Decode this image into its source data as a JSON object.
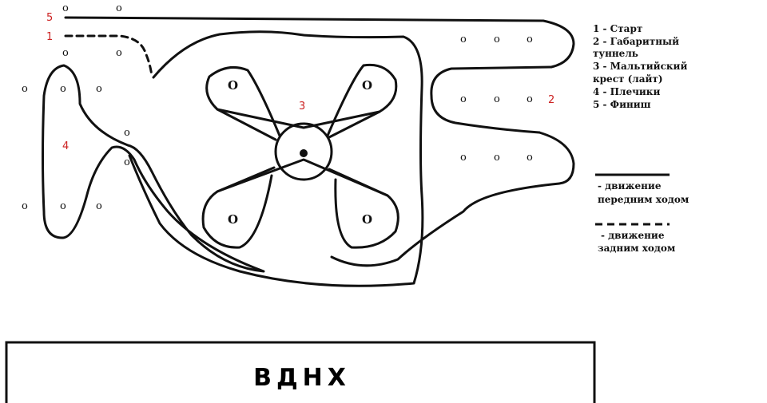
{
  "colors": {
    "ink": "#111111",
    "accent": "#cc2222"
  },
  "markers": {
    "small": "o",
    "large": "O"
  },
  "numbers": {
    "n1": "1",
    "n2": "2",
    "n3": "3",
    "n4": "4",
    "n5": "5"
  },
  "legend": {
    "items": [
      [
        "1 - Старт"
      ],
      [
        "2 - Габаритный",
        "туннель"
      ],
      [
        "3 - Мальтийский",
        "крест (лайт)"
      ],
      [
        "4 - Плечики"
      ],
      [
        "5 - Финиш"
      ]
    ],
    "solid_line": [
      "- движение",
      "передним ходом"
    ],
    "dashed_line": [
      "- движение",
      "задним ходом"
    ]
  },
  "footer": {
    "title": "ВДНХ"
  }
}
